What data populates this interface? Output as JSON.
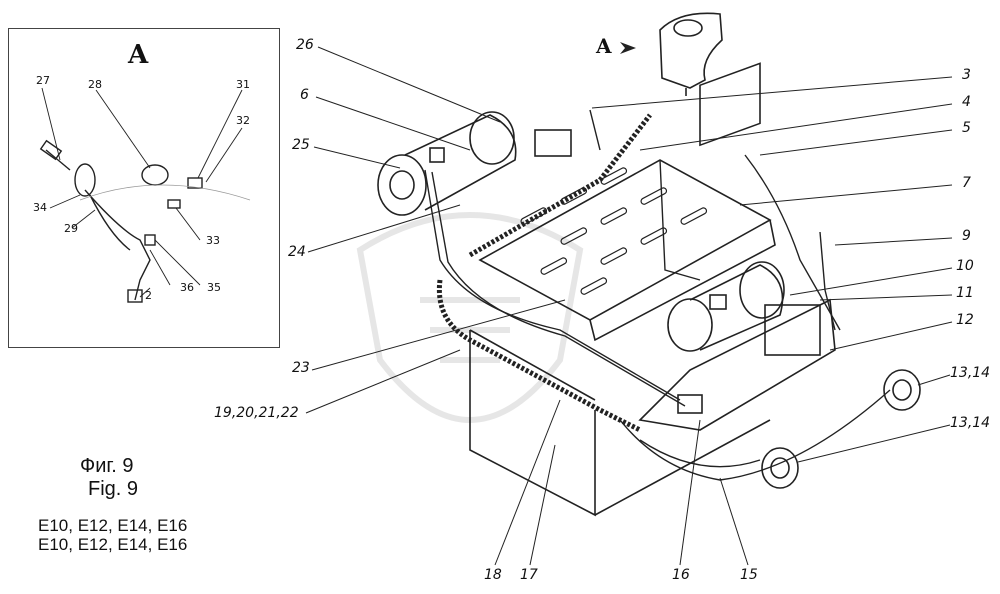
{
  "inset": {
    "title": "A",
    "callouts": [
      "27",
      "28",
      "31",
      "32",
      "34",
      "29",
      "33",
      "35",
      "2",
      "36"
    ]
  },
  "view_marker": "A",
  "callouts": {
    "c26": "26",
    "c6": "6",
    "c25": "25",
    "c24": "24",
    "c23": "23",
    "c19": "19,20,21,22",
    "c3": "3",
    "c4": "4",
    "c5": "5",
    "c7": "7",
    "c9": "9",
    "c10": "10",
    "c11": "11",
    "c12": "12",
    "c13a": "13,14",
    "c13b": "13,14",
    "c18": "18",
    "c17": "17",
    "c16": "16",
    "c15": "15"
  },
  "caption": {
    "fig_ru": "Фиг. 9",
    "fig_en": "Fig. 9",
    "models_1": "E10, E12, E14, E16",
    "models_2": "E10, E12, E14, E16"
  },
  "watermark": "ЗТП"
}
